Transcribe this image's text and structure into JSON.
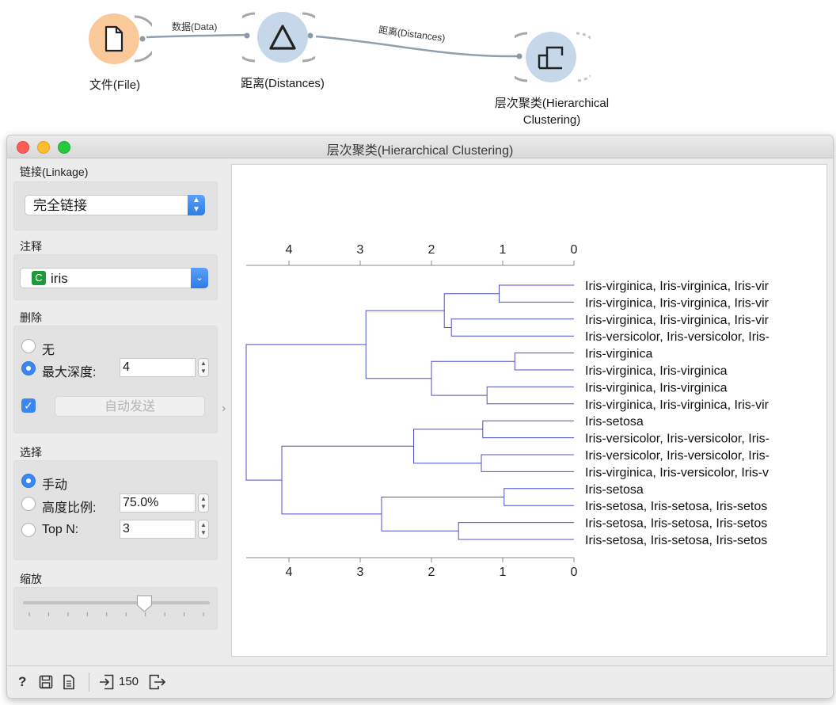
{
  "workflow": {
    "nodes": [
      {
        "label": "文件(File)",
        "icon": "file-icon",
        "color": "#f9c99a"
      },
      {
        "label": "距离(Distances)",
        "icon": "delta-icon",
        "color": "#c5d7e8"
      },
      {
        "label_line1": "层次聚类(Hierarchical",
        "label_line2": "Clustering)",
        "icon": "dendrogram-icon",
        "color": "#c5d7e8"
      }
    ],
    "links": [
      {
        "label": "数据(Data)"
      },
      {
        "label": "距离(Distances)"
      }
    ]
  },
  "window": {
    "title": "层次聚类(Hierarchical Clustering)"
  },
  "controls": {
    "linkage": {
      "title": "链接(Linkage)",
      "selected": "完全链接"
    },
    "annotation": {
      "title": "注释",
      "badge": "C",
      "selected": "iris"
    },
    "pruning": {
      "title": "删除",
      "none_label": "无",
      "max_depth_label": "最大深度:",
      "max_depth_value": "4",
      "auto_send_label": "自动发送",
      "auto_send_checked": true
    },
    "selection": {
      "title": "选择",
      "manual_label": "手动",
      "height_ratio_label": "高度比例:",
      "height_ratio_value": "75.0%",
      "top_n_label": "Top N:",
      "top_n_value": "3",
      "selected_option": "manual"
    },
    "zoom": {
      "title": "缩放",
      "level": 0.65
    }
  },
  "dendrogram": {
    "axis_ticks": [
      "4",
      "3",
      "2",
      "1",
      "0"
    ],
    "leaves": [
      "Iris-virginica, Iris-virginica, Iris-vir",
      "Iris-virginica, Iris-virginica, Iris-vir",
      "Iris-virginica, Iris-virginica, Iris-vir",
      "Iris-versicolor, Iris-versicolor, Iris-",
      "Iris-virginica",
      "Iris-virginica, Iris-virginica",
      "Iris-virginica, Iris-virginica",
      "Iris-virginica, Iris-virginica, Iris-vir",
      "Iris-setosa",
      "Iris-versicolor, Iris-versicolor, Iris-",
      "Iris-versicolor, Iris-versicolor, Iris-",
      "Iris-virginica, Iris-versicolor, Iris-v",
      "Iris-setosa",
      "Iris-setosa, Iris-setosa, Iris-setos",
      "Iris-setosa, Iris-setosa, Iris-setos",
      "Iris-setosa, Iris-setosa, Iris-setos"
    ],
    "merges": [
      {
        "a": "L0",
        "b": "L1",
        "height": 1.05
      },
      {
        "a": "L2",
        "b": "L3",
        "height": 1.72
      },
      {
        "a": "M0",
        "b": "M1",
        "height": 1.82
      },
      {
        "a": "L4",
        "b": "L5",
        "height": 0.83
      },
      {
        "a": "L6",
        "b": "L7",
        "height": 1.22
      },
      {
        "a": "M3",
        "b": "M4",
        "height": 2.0
      },
      {
        "a": "M2",
        "b": "M5",
        "height": 2.92
      },
      {
        "a": "L8",
        "b": "L9",
        "height": 1.28
      },
      {
        "a": "L10",
        "b": "L11",
        "height": 1.3
      },
      {
        "a": "M7",
        "b": "M8",
        "height": 2.25
      },
      {
        "a": "L12",
        "b": "L13",
        "height": 0.98
      },
      {
        "a": "L14",
        "b": "L15",
        "height": 1.62
      },
      {
        "a": "M10",
        "b": "M11",
        "height": 2.7
      },
      {
        "a": "M9",
        "b": "M12",
        "height": 4.1
      },
      {
        "a": "M6",
        "b": "M13",
        "height": 4.6
      }
    ],
    "line_color": "#4f4fc8"
  },
  "statusbar": {
    "help_icon": "help-icon",
    "save_icon": "save-icon",
    "report_icon": "report-icon",
    "input_icon": "input-icon",
    "input_count": "150",
    "output_icon": "output-icon"
  }
}
